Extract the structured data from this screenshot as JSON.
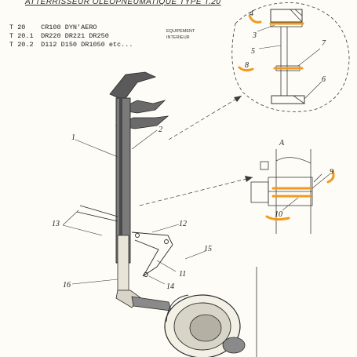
{
  "title": "ATTERRISSEUR OLEOPNEUMATIQUE TYPE T.20",
  "models": [
    {
      "code": "T 20",
      "desc": "CR100 DYN'AERO"
    },
    {
      "code": "T 20.1",
      "desc": "DR220 DR221 DR250"
    },
    {
      "code": "T 20.2",
      "desc": "D112 D150 DR1050 etc..."
    }
  ],
  "equipment": {
    "line1": "EQUIPEMENT",
    "line2": "INTERIEUR"
  },
  "view_label": "A",
  "callouts": {
    "c1": "1",
    "c2": "2",
    "c3": "3",
    "c4": "4",
    "c5": "5",
    "c6": "6",
    "c7": "7",
    "c8": "8",
    "c9": "9",
    "c10": "10",
    "c11": "11",
    "c12": "12",
    "c13": "13",
    "c14": "14",
    "c15": "15",
    "c16": "16"
  },
  "colors": {
    "highlight": "#f29a1f",
    "ink": "#2a2a2a",
    "paper": "#fdfcf7"
  }
}
